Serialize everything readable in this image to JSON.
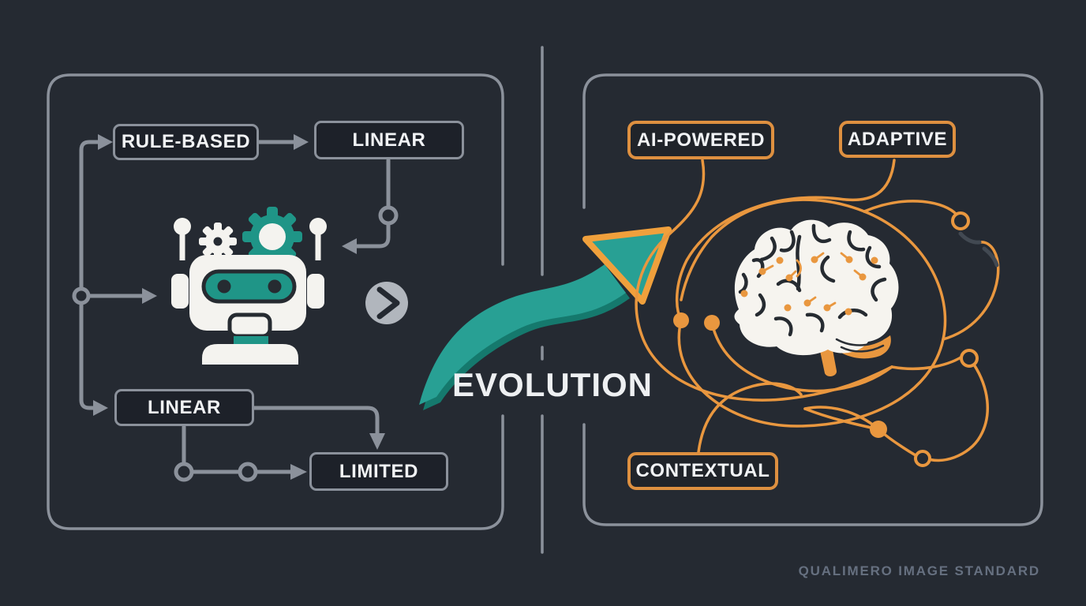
{
  "left_panel": {
    "title_semantic": "rule-based-flowchart",
    "boxes": [
      {
        "id": "rule-based",
        "label": "RULE-BASED"
      },
      {
        "id": "linear-top",
        "label": "LINEAR"
      },
      {
        "id": "linear-bottom",
        "label": "LINEAR"
      },
      {
        "id": "limited",
        "label": "LIMITED"
      }
    ]
  },
  "center": {
    "evolution_label": "EVOLUTION"
  },
  "right_panel": {
    "title_semantic": "ai-powered-network",
    "boxes": [
      {
        "id": "ai-powered",
        "label": "AI-POWERED"
      },
      {
        "id": "adaptive",
        "label": "ADAPTIVE"
      },
      {
        "id": "contextual",
        "label": "CONTEXTUAL"
      }
    ]
  },
  "footer": {
    "watermark": "QUALIMERO IMAGE STANDARD"
  },
  "colors": {
    "background": "#252a32",
    "line_gray": "#8b919b",
    "box_fill_dark": "#1d2129",
    "teal": "#28a094",
    "teal_dark": "#15796d",
    "teal_deep": "#1f9587",
    "orange": "#e9973f",
    "orange_border": "#de9040",
    "text_white": "#f1f3f5",
    "watermark_gray": "#667080"
  },
  "icons": [
    "robot-icon",
    "gear-icon",
    "brain-icon",
    "evolution-arrow-icon",
    "chevron-circle-icon",
    "circuit-node-icon"
  ]
}
